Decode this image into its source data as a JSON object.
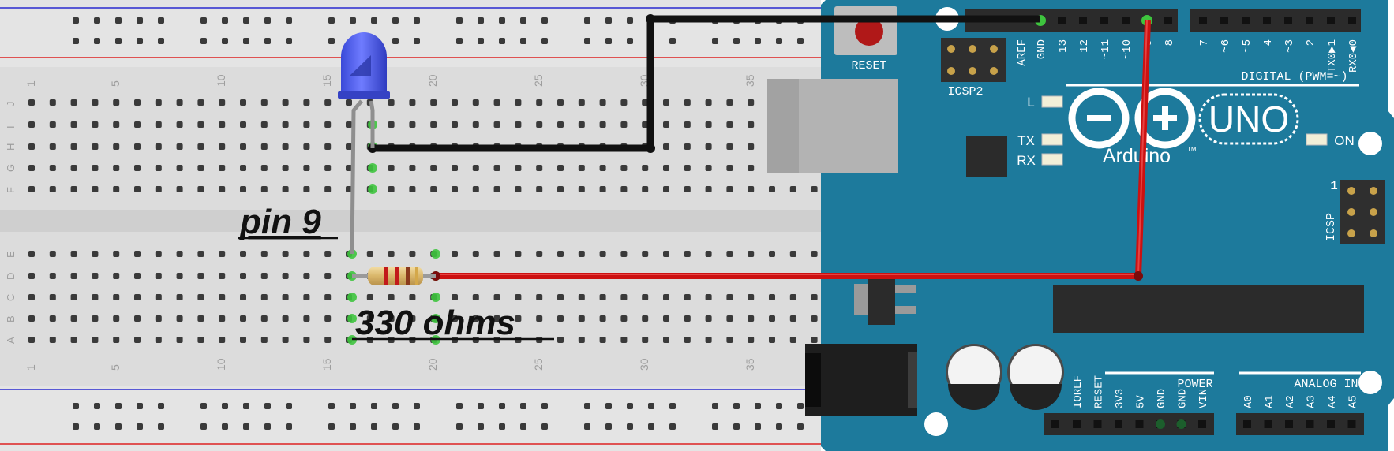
{
  "annotations": {
    "pin_label": "pin 9",
    "resistor_label": "330 ohms"
  },
  "breadboard": {
    "column_numbers": [
      "1",
      "5",
      "10",
      "15",
      "20",
      "25",
      "30",
      "35"
    ],
    "top_row_letters": [
      "J",
      "I",
      "H",
      "G",
      "F"
    ],
    "bottom_row_letters": [
      "E",
      "D",
      "C",
      "B",
      "A"
    ]
  },
  "arduino": {
    "logo_text": "Arduino",
    "tm": "TM",
    "model": "UNO",
    "reset_label": "RESET",
    "icsp2_label": "ICSP2",
    "icsp_label": "ICSP",
    "icsp_pin1": "1",
    "digital_header_label": "DIGITAL (PWM=~)",
    "digital_pins": [
      "AREF",
      "GND",
      "13",
      "12",
      "~11",
      "~10",
      "~9",
      "8",
      "7",
      "~6",
      "~5",
      "4",
      "~3",
      "2",
      "TX0▶1",
      "RX0◀0"
    ],
    "led_labels": {
      "l": "L",
      "tx": "TX",
      "rx": "RX",
      "on": "ON"
    },
    "power_header_label": "POWER",
    "power_pins": [
      "IOREF",
      "RESET",
      "3V3",
      "5V",
      "GND",
      "GND",
      "VIN"
    ],
    "analog_header_label": "ANALOG IN",
    "analog_pins": [
      "A0",
      "A1",
      "A2",
      "A3",
      "A4",
      "A5"
    ]
  },
  "colors": {
    "breadboard": "#dcdcdc",
    "arduino_board": "#1d7a9c",
    "wire_red": "#cc1111",
    "wire_black": "#111111",
    "wire_gray": "#8f8f8f",
    "led": "#4b5cf0",
    "rail_red": "#d22",
    "rail_blue": "#22c",
    "highlight": "#3ec43e"
  }
}
